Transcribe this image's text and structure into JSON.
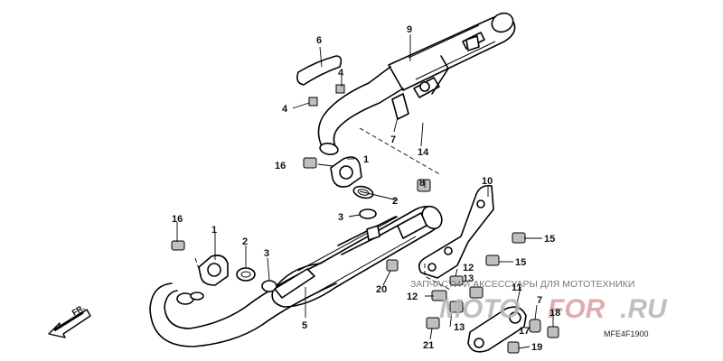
{
  "callouts": {
    "c1a": "1",
    "c1b": "1",
    "c2a": "2",
    "c2b": "2",
    "c3a": "3",
    "c3b": "3",
    "c4a": "4",
    "c4b": "4",
    "c5": "5",
    "c6": "6",
    "c7a": "7",
    "c7b": "7",
    "c8": "8",
    "c9": "9",
    "c10": "10",
    "c11": "11",
    "c12a": "12",
    "c12b": "12",
    "c13a": "13",
    "c13b": "13",
    "c14": "14",
    "c15a": "15",
    "c15b": "15",
    "c16a": "16",
    "c16b": "16",
    "c17": "17",
    "c18": "18",
    "c19": "19",
    "c20": "20",
    "c21": "21"
  },
  "direction_label": "FR.",
  "diagram_code": "MFE4F1900",
  "watermark": {
    "caption": "ЗАПЧАСТИ И АКСЕССУАРЫ ДЛЯ МОТОТЕХНИКИ",
    "brand_left": "MOTO",
    "brand_mid": "FOR",
    "brand_right": ".RU"
  }
}
